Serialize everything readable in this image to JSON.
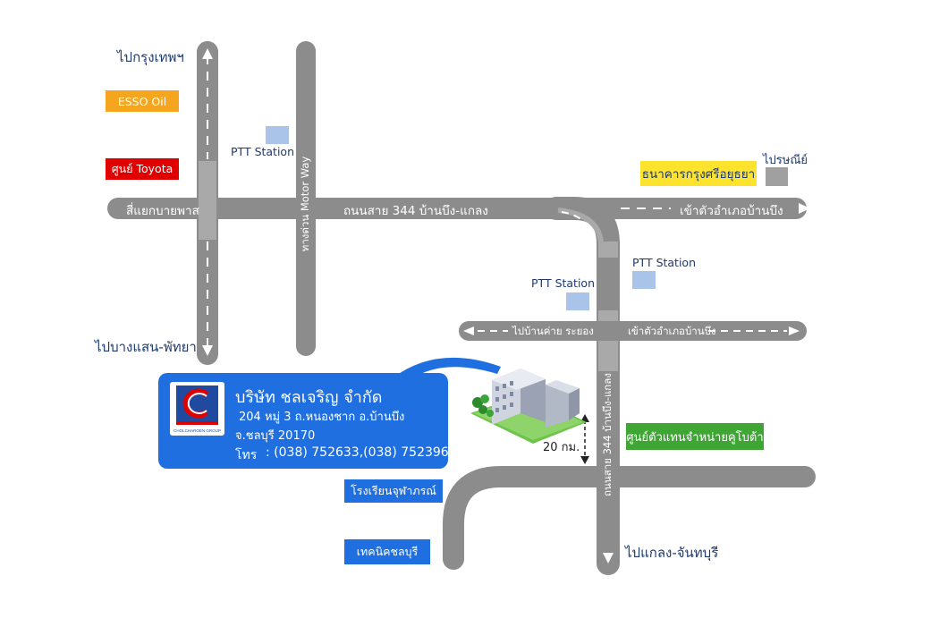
{
  "map": {
    "places": {
      "to_bangkok": "ไปกรุงเทพฯ",
      "to_bangsaen": "ไปบางแสน-พัทยา",
      "to_klaeng": "ไปแกลง-จันทบุรี",
      "post_office": "ไปรษณีย์"
    },
    "roads": {
      "main_road": "ถนนสาย 344 บ้านบึง-แกลง",
      "junction": "สี่แยกบายพาส",
      "motorway": "ทางด่วน Motor Way",
      "to_banbueng_top": "เข้าตัวอำเภอบ้านบึง",
      "to_camp_rayong": "ไปบ้านค่าย ระยอง",
      "to_banbueng_mid": "เข้าตัวอำเภอบ้านบึง",
      "vertical_344": "ถนนสาย 344 บ้านบึง-แกลง"
    },
    "landmarks": {
      "esso": "ESSO Oil",
      "toyota_center": "ศูนย์ Toyota",
      "ptt_1": "PTT Station",
      "ptt_2": "PTT Station",
      "ptt_3": "PTT Station",
      "bank": "ธนาคารกรุงศรีอยุธยา",
      "kubota": "ศูนย์ตัวแทนจำหน่ายคูโบต้า",
      "school": "โรงเรียนจุฬาภรณ์",
      "tech_college": "เทคนิคชลบุรี"
    },
    "distance": "20 กม."
  },
  "company": {
    "name": "บริษัท ชลเจริญ จำกัด",
    "address_1": "204 หมู่ 3 ถ.หนองชาก อ.บ้านบึง",
    "address_2": "จ.ชลบุรี 20170",
    "phone_label": "โทร",
    "phone": ": (038) 752633,(038) 752396",
    "logo_text": "CHOLCHAROEN GROUP"
  },
  "colors": {
    "road": "#8c8c8c",
    "esso": "#f6a61e",
    "toyota": "#e10000",
    "bank": "#fde22e",
    "kubota": "#3fa535",
    "school": "#1f6fe0",
    "callout": "#1f6fe0",
    "ptt": "#a9c4e8"
  }
}
